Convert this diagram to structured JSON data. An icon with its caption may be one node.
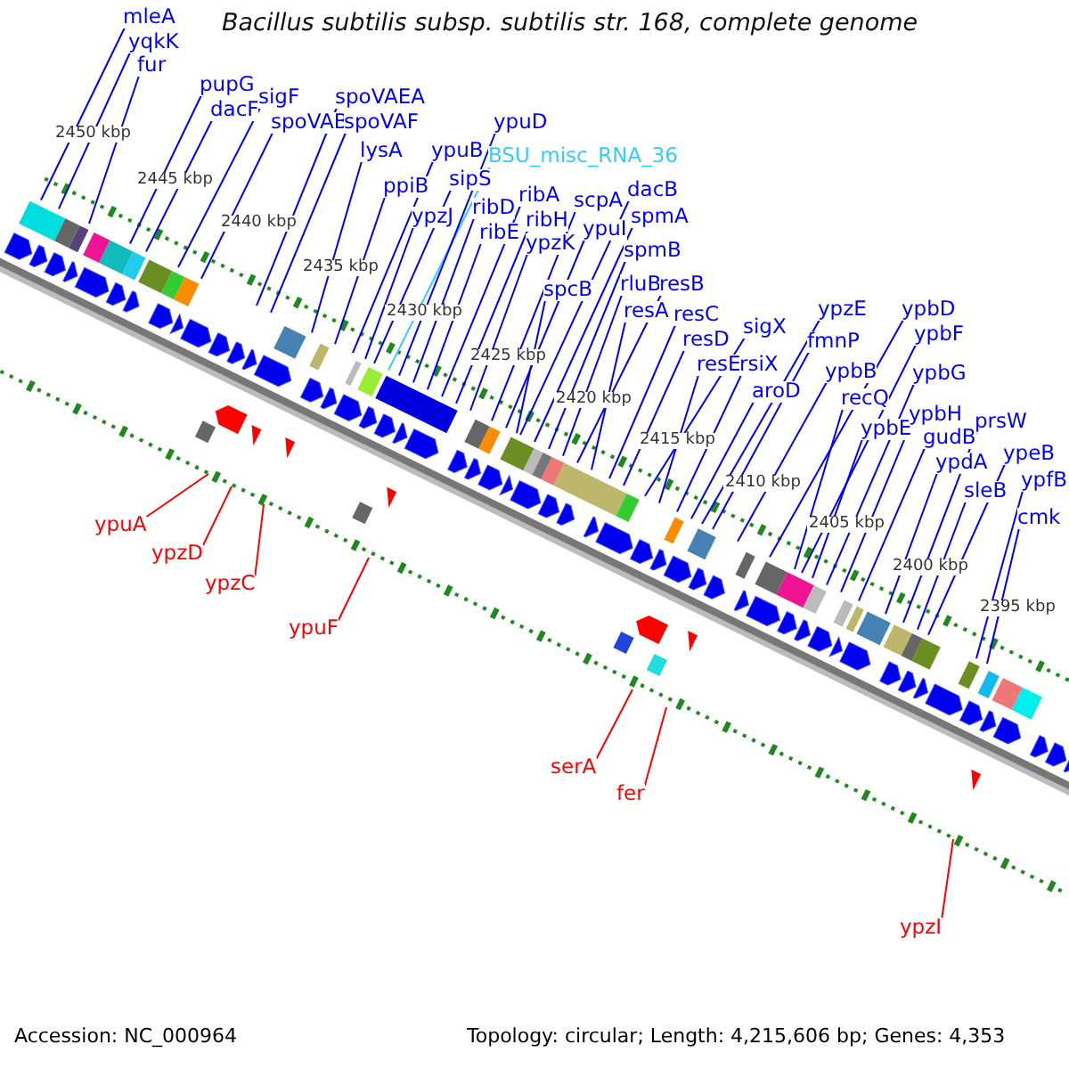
{
  "diagram": {
    "title": "Bacillus subtilis subsp. subtilis str. 168, complete genome",
    "nodes": [
      {
        "text": [
          "mleA"
        ]
      },
      {
        "text": [
          "yqkK"
        ]
      },
      {
        "text": [
          "fur"
        ]
      },
      {
        "text": [
          "pupG"
        ]
      },
      {
        "text": [
          "dacF"
        ]
      },
      {
        "text": [
          "sigF"
        ]
      },
      {
        "text": [
          "spoVAB"
        ]
      },
      {
        "text": [
          "spoVAEA"
        ]
      },
      {
        "text": [
          "spoVAF"
        ]
      },
      {
        "text": [
          "lysA"
        ]
      },
      {
        "text": [
          "ppiB"
        ]
      },
      {
        "text": [
          "ypuB"
        ]
      },
      {
        "text": [
          "ypzJ"
        ]
      },
      {
        "text": [
          "sipS"
        ]
      },
      {
        "text": [
          "BSU_misc_RNA_36"
        ]
      },
      {
        "text": [
          "ypuD"
        ]
      },
      {
        "text": [
          "ribD"
        ]
      },
      {
        "text": [
          "ribE"
        ]
      },
      {
        "text": [
          "ribA"
        ]
      },
      {
        "text": [
          "ribH"
        ]
      },
      {
        "text": [
          "ypzK"
        ]
      },
      {
        "text": [
          "scpA"
        ]
      },
      {
        "text": [
          "ypuI"
        ]
      },
      {
        "text": [
          "dacB"
        ]
      },
      {
        "text": [
          "spmA"
        ]
      },
      {
        "text": [
          "spmB"
        ]
      },
      {
        "text": [
          "spcB"
        ]
      },
      {
        "text": [
          "rluB"
        ]
      },
      {
        "text": [
          "resB"
        ]
      },
      {
        "text": [
          "resA"
        ]
      },
      {
        "text": [
          "resC"
        ]
      },
      {
        "text": [
          "resD"
        ]
      },
      {
        "text": [
          "sigX"
        ]
      },
      {
        "text": [
          "resE"
        ]
      },
      {
        "text": [
          "rsiX"
        ]
      },
      {
        "text": [
          "aroD"
        ]
      },
      {
        "text": [
          "ypzE"
        ]
      },
      {
        "text": [
          "fmnP"
        ]
      },
      {
        "text": [
          "ypbB"
        ]
      },
      {
        "text": [
          "recQ"
        ]
      },
      {
        "text": [
          "ypbE"
        ]
      },
      {
        "text": [
          "ypbD"
        ]
      },
      {
        "text": [
          "ypbF"
        ]
      },
      {
        "text": [
          "ypbG"
        ]
      },
      {
        "text": [
          "ypbH"
        ]
      },
      {
        "text": [
          "gudB"
        ]
      },
      {
        "text": [
          "ypdA"
        ]
      },
      {
        "text": [
          "prsW"
        ]
      },
      {
        "text": [
          "sleB"
        ]
      },
      {
        "text": [
          "ypeB"
        ]
      },
      {
        "text": [
          "ypfB"
        ]
      },
      {
        "text": [
          "cmk"
        ]
      },
      {
        "text": [
          "ypuA"
        ]
      },
      {
        "text": [
          "ypzD"
        ]
      },
      {
        "text": [
          "ypzC"
        ]
      },
      {
        "text": [
          "ypuF"
        ]
      },
      {
        "text": [
          "serA"
        ]
      },
      {
        "text": [
          "fer"
        ]
      },
      {
        "text": [
          "ypzI"
        ]
      }
    ],
    "edges": [
      {
        "from": 0,
        "to": null,
        "arrow": "none"
      },
      {
        "from": 1,
        "to": null,
        "arrow": "none"
      },
      {
        "from": 2,
        "to": null,
        "arrow": "none"
      },
      {
        "from": 3,
        "to": null,
        "arrow": "none"
      },
      {
        "from": 4,
        "to": null,
        "arrow": "none"
      },
      {
        "from": 5,
        "to": null,
        "arrow": "none"
      },
      {
        "from": 6,
        "to": null,
        "arrow": "none"
      },
      {
        "from": 7,
        "to": null,
        "arrow": "none"
      },
      {
        "from": 8,
        "to": null,
        "arrow": "none"
      },
      {
        "from": 9,
        "to": null,
        "arrow": "none"
      },
      {
        "from": 10,
        "to": null,
        "arrow": "none"
      },
      {
        "from": 11,
        "to": null,
        "arrow": "none"
      },
      {
        "from": 12,
        "to": null,
        "arrow": "none"
      },
      {
        "from": 13,
        "to": null,
        "arrow": "none"
      },
      {
        "from": 14,
        "to": null,
        "arrow": "none",
        "color": "#33ccff"
      },
      {
        "from": 15,
        "to": null,
        "arrow": "none"
      },
      {
        "from": 16,
        "to": null,
        "arrow": "none"
      },
      {
        "from": 17,
        "to": null,
        "arrow": "none"
      },
      {
        "from": 18,
        "to": null,
        "arrow": "none"
      },
      {
        "from": 19,
        "to": null,
        "arrow": "none"
      },
      {
        "from": 20,
        "to": null,
        "arrow": "none"
      },
      {
        "from": 21,
        "to": null,
        "arrow": "none"
      },
      {
        "from": 22,
        "to": null,
        "arrow": "none"
      },
      {
        "from": 23,
        "to": null,
        "arrow": "none"
      },
      {
        "from": 24,
        "to": null,
        "arrow": "none"
      },
      {
        "from": 25,
        "to": null,
        "arrow": "none"
      },
      {
        "from": 26,
        "to": null,
        "arrow": "none"
      },
      {
        "from": 27,
        "to": null,
        "arrow": "none"
      },
      {
        "from": 28,
        "to": null,
        "arrow": "none"
      },
      {
        "from": 29,
        "to": null,
        "arrow": "none"
      },
      {
        "from": 30,
        "to": null,
        "arrow": "none"
      },
      {
        "from": 31,
        "to": null,
        "arrow": "none"
      },
      {
        "from": 32,
        "to": null,
        "arrow": "none"
      },
      {
        "from": 33,
        "to": null,
        "arrow": "none"
      },
      {
        "from": 34,
        "to": null,
        "arrow": "none"
      },
      {
        "from": 35,
        "to": null,
        "arrow": "none"
      },
      {
        "from": 36,
        "to": null,
        "arrow": "none"
      },
      {
        "from": 37,
        "to": null,
        "arrow": "none"
      },
      {
        "from": 38,
        "to": null,
        "arrow": "none"
      },
      {
        "from": 39,
        "to": null,
        "arrow": "none"
      },
      {
        "from": 40,
        "to": null,
        "arrow": "none"
      },
      {
        "from": 41,
        "to": null,
        "arrow": "none"
      },
      {
        "from": 42,
        "to": null,
        "arrow": "none"
      },
      {
        "from": 43,
        "to": null,
        "arrow": "none"
      },
      {
        "from": 44,
        "to": null,
        "arrow": "none"
      },
      {
        "from": 45,
        "to": null,
        "arrow": "none"
      },
      {
        "from": 46,
        "to": null,
        "arrow": "none"
      },
      {
        "from": 47,
        "to": null,
        "arrow": "none"
      },
      {
        "from": 48,
        "to": null,
        "arrow": "none"
      },
      {
        "from": 49,
        "to": null,
        "arrow": "none"
      },
      {
        "from": 50,
        "to": null,
        "arrow": "none"
      },
      {
        "from": 51,
        "to": null,
        "arrow": "none"
      },
      {
        "from": 52,
        "to": null,
        "arrow": "none",
        "color": "#ff0000"
      },
      {
        "from": 53,
        "to": null,
        "arrow": "none",
        "color": "#ff0000"
      },
      {
        "from": 54,
        "to": null,
        "arrow": "none",
        "color": "#ff0000"
      },
      {
        "from": 55,
        "to": null,
        "arrow": "none",
        "color": "#ff0000"
      },
      {
        "from": 56,
        "to": null,
        "arrow": "none",
        "color": "#ff0000"
      },
      {
        "from": 57,
        "to": null,
        "arrow": "none",
        "color": "#ff0000"
      },
      {
        "from": 58,
        "to": null,
        "arrow": "none",
        "color": "#ff0000"
      }
    ],
    "labels": [
      "2450 kbp",
      "2445 kbp",
      "2440 kbp",
      "2435 kbp",
      "2430 kbp",
      "2425 kbp",
      "2420 kbp",
      "2415 kbp",
      "2410 kbp",
      "2405 kbp",
      "2400 kbp",
      "2395 kbp",
      "Accession: NC_000964",
      "Topology: circular; Length: 4,215,606 bp; Genes: 4,353"
    ]
  }
}
